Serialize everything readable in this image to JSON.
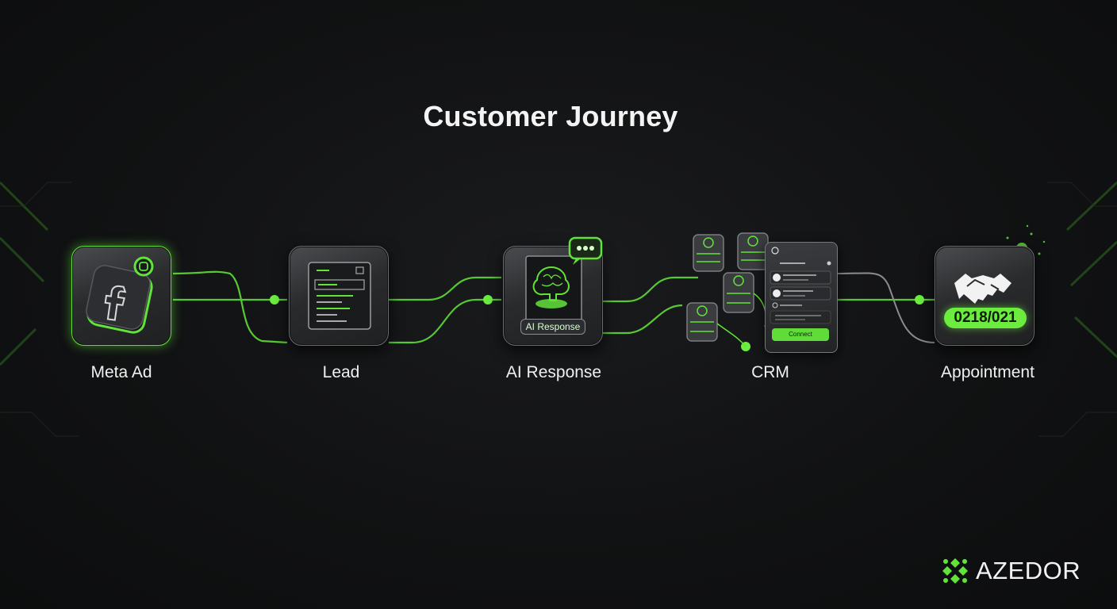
{
  "title": "Customer Journey",
  "steps": [
    {
      "label": "Meta Ad",
      "icon": "facebook-icon"
    },
    {
      "label": "Lead",
      "icon": "form-icon"
    },
    {
      "label": "AI Response",
      "icon": "brain-icon",
      "badge": "AI Response"
    },
    {
      "label": "CRM",
      "icon": "database-icon",
      "button": "Connect"
    },
    {
      "label": "Appointment",
      "icon": "handshake-icon",
      "badge": "0218/021"
    }
  ],
  "brand": {
    "name": "AZEDOR"
  },
  "colors": {
    "accent": "#62e33a",
    "background": "#111213",
    "node": "#2a2b2d"
  }
}
